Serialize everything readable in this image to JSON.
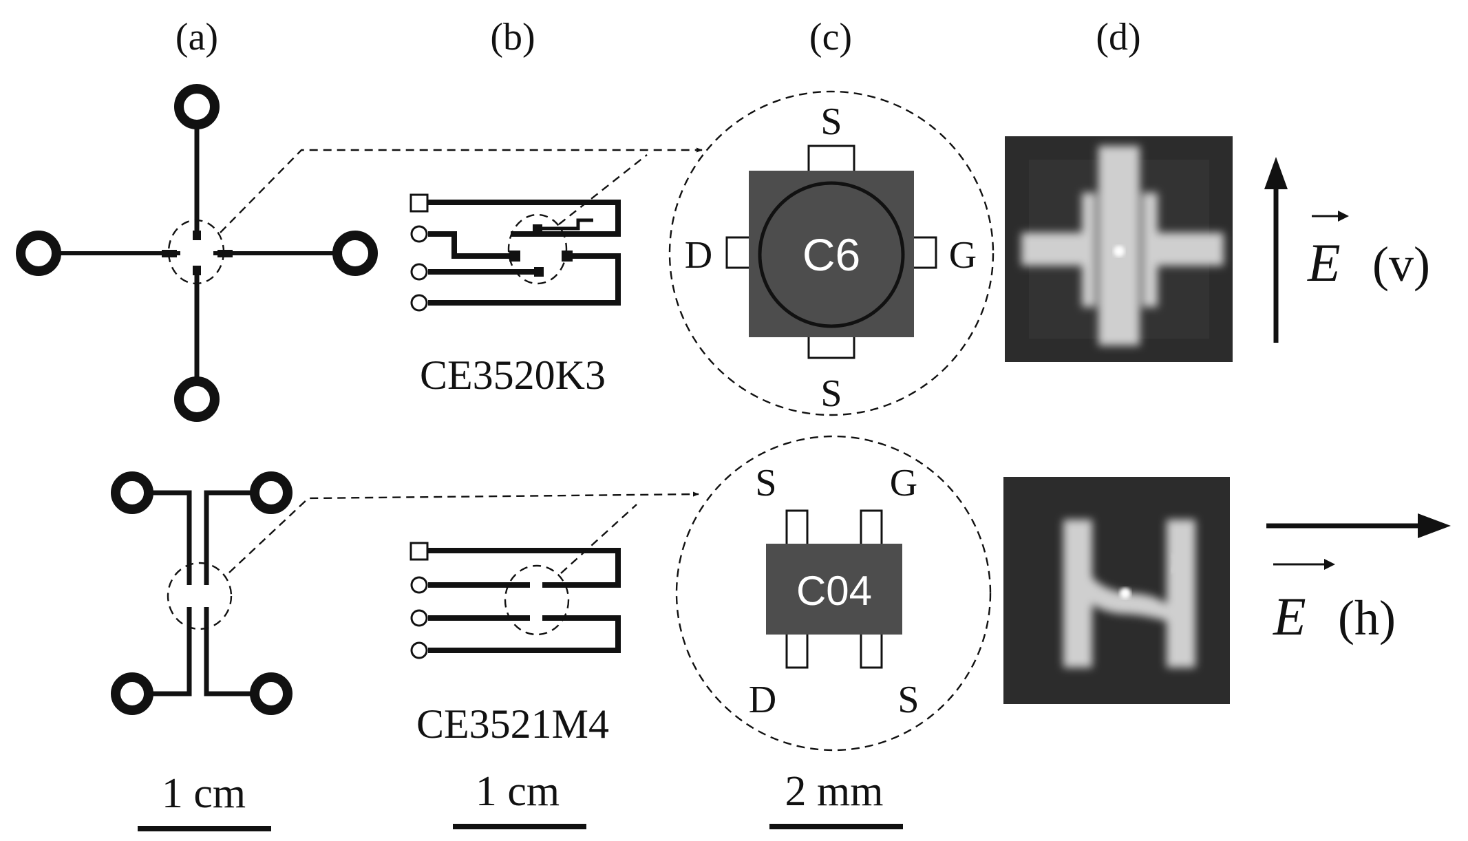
{
  "panels": {
    "a": "(a)",
    "b": "(b)",
    "c": "(c)",
    "d": "(d)"
  },
  "rows": {
    "top": {
      "model": "CE3520K3",
      "package": "C6",
      "pins": {
        "top": "S",
        "bottom": "S",
        "left": "D",
        "right": "G"
      },
      "polarization": {
        "symbol": "E",
        "mode": "(v)"
      }
    },
    "bottom": {
      "model": "CE3521M4",
      "package": "C04",
      "pins": {
        "top_left": "S",
        "top_right": "G",
        "bottom_left": "D",
        "bottom_right": "S"
      },
      "polarization": {
        "symbol": "E",
        "mode": "(h)"
      }
    }
  },
  "scalebars": {
    "a": "1 cm",
    "b": "1 cm",
    "c": "2 mm"
  },
  "colors": {
    "ink": "#111111",
    "package_fill": "#4d4d4d",
    "image_background": "#2c2c2c",
    "image_pattern": "#cfcfcf"
  }
}
